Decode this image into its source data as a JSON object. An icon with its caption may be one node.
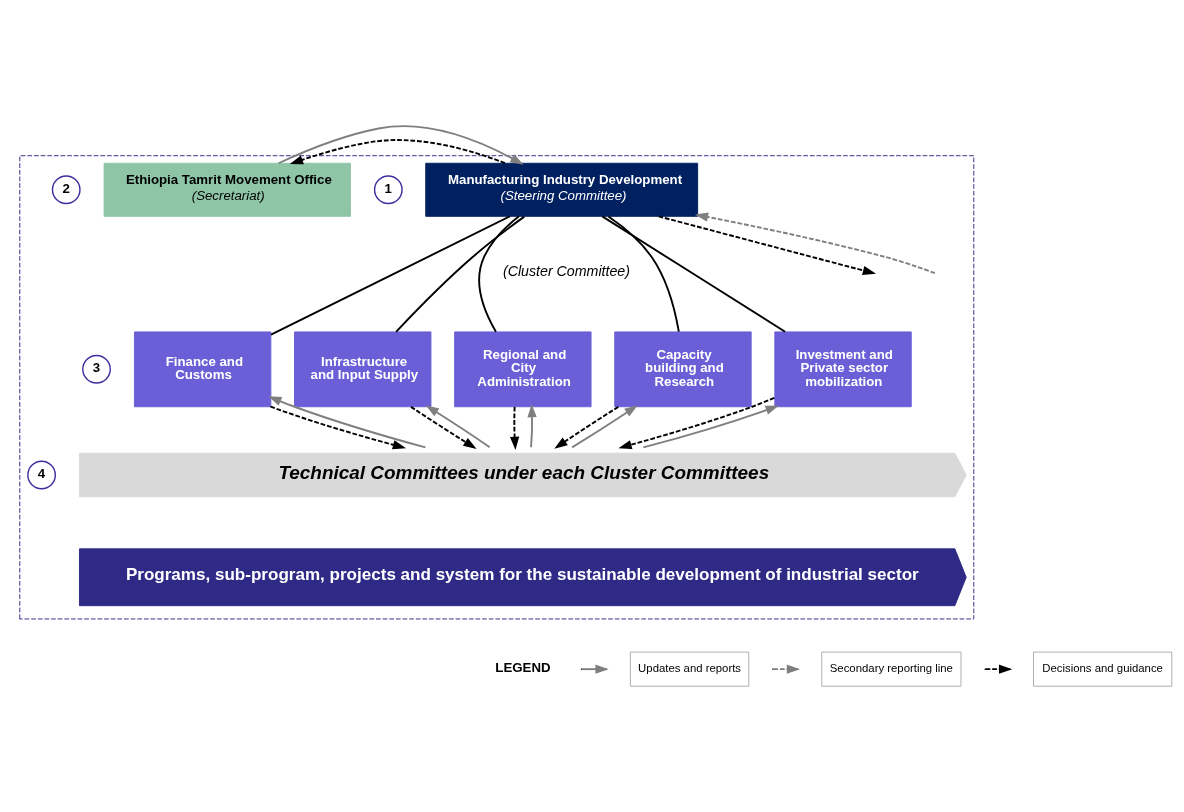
{
  "diagram": {
    "nodes": [
      {
        "text": [],
        "shape": "box"
      },
      {
        "text": [
          "1"
        ],
        "in": 0
      },
      {
        "text": [
          "Manufacturing Industry Development",
          "(Steering Committee)"
        ],
        "in": 0
      },
      {
        "text": [
          "2"
        ],
        "in": 0
      },
      {
        "text": [
          "Ethiopia Tamrit Movement Office",
          "(Secretariat)"
        ],
        "in": 0
      },
      {
        "text": [
          "3"
        ],
        "in": 0
      },
      {
        "text": [
          "Finance and Customs"
        ],
        "in": 0
      },
      {
        "text": [
          "Infrastructure and Input Supply"
        ],
        "in": 0
      },
      {
        "text": [
          "Regional and City Administration"
        ],
        "in": 0
      },
      {
        "text": [
          "Capacity building and Research"
        ],
        "in": 0
      },
      {
        "text": [
          "Investment and Private sector mobilization"
        ],
        "in": 0
      },
      {
        "text": [
          "4"
        ],
        "in": 0
      },
      {
        "text": [
          "Technical Committees under each Cluster Committees"
        ],
        "in": 0
      },
      {
        "text": [
          "Programs, sub-program, projects and system for the sustainable development of industrial sector"
        ],
        "in": 0
      }
    ],
    "edges": [
      {
        "from": 2,
        "to": 4,
        "arrow": "to",
        "style": "dashed"
      },
      {
        "from": 4,
        "to": 2,
        "arrow": "to",
        "color": "#7f7f7f"
      },
      {
        "from": null,
        "to": 2,
        "arrow": "to",
        "style": "dashed",
        "color": "#7f7f7f"
      },
      {
        "from": 2,
        "to": null,
        "arrow": "to",
        "style": "dashed"
      },
      {
        "from": 2,
        "to": 6,
        "arrow": "none"
      },
      {
        "from": 2,
        "to": 7,
        "arrow": "none"
      },
      {
        "from": 2,
        "to": 8,
        "arrow": "none"
      },
      {
        "from": 2,
        "to": 9,
        "arrow": "none"
      },
      {
        "from": 2,
        "to": 10,
        "arrow": "none"
      },
      {
        "from": 12,
        "to": 6,
        "arrow": "to",
        "color": "#7f7f7f"
      },
      {
        "from": 6,
        "to": 12,
        "arrow": "to",
        "style": "dashed"
      },
      {
        "from": 12,
        "to": 7,
        "arrow": "to",
        "color": "#7f7f7f"
      },
      {
        "from": 7,
        "to": 12,
        "arrow": "to",
        "style": "dashed"
      },
      {
        "from": 12,
        "to": 8,
        "arrow": "to",
        "color": "#7f7f7f"
      },
      {
        "from": 8,
        "to": 12,
        "arrow": "to",
        "style": "dashed"
      },
      {
        "from": 12,
        "to": 9,
        "arrow": "to",
        "color": "#7f7f7f"
      },
      {
        "from": 9,
        "to": 12,
        "arrow": "to",
        "style": "dashed"
      },
      {
        "from": 12,
        "to": 10,
        "arrow": "to",
        "color": "#7f7f7f"
      },
      {
        "from": 10,
        "to": 12,
        "arrow": "to",
        "style": "dashed"
      }
    ],
    "labels": [
      "(Cluster Committee)",
      "LEGEND"
    ],
    "legend": [
      {
        "text": "Updates and reports"
      },
      {
        "text": "Secondary reporting line"
      },
      {
        "text": "Decisions and guidance"
      }
    ]
  }
}
